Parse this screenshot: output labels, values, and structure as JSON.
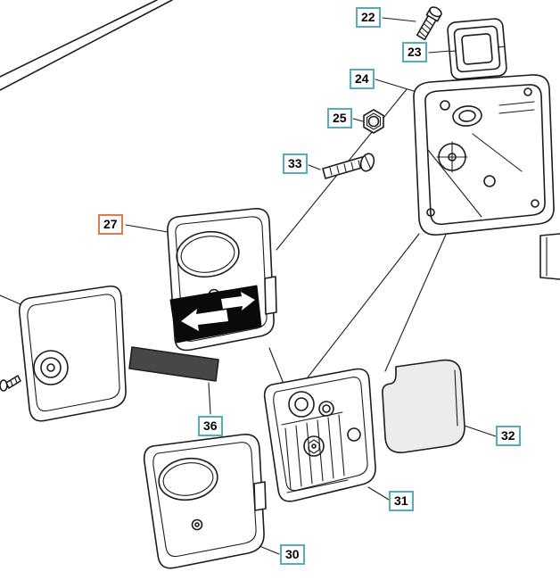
{
  "diagram": {
    "type": "exploded-parts-diagram",
    "callouts": [
      {
        "label": "22",
        "highlighted": false
      },
      {
        "label": "23",
        "highlighted": false
      },
      {
        "label": "24",
        "highlighted": false
      },
      {
        "label": "25",
        "highlighted": false
      },
      {
        "label": "33",
        "highlighted": false
      },
      {
        "label": "27",
        "highlighted": true
      },
      {
        "label": "36",
        "highlighted": false
      },
      {
        "label": "32",
        "highlighted": false
      },
      {
        "label": "31",
        "highlighted": false
      },
      {
        "label": "30",
        "highlighted": false
      }
    ],
    "colors": {
      "callout_border": "#58ABBA",
      "callout_border_highlight": "#E2794E",
      "callout_background": "#FFFFFF",
      "callout_text": "#000000",
      "line_art": "#1C1C1C",
      "strip_fill": "#474747",
      "foam_fill": "#ECECEC",
      "background": "#FFFFFF"
    }
  }
}
